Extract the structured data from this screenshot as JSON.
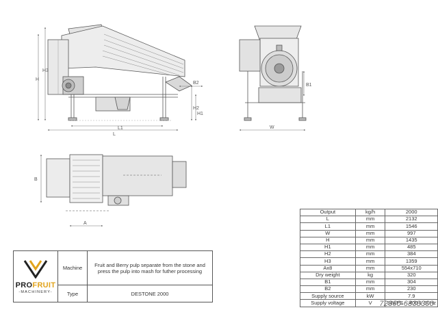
{
  "dimension_labels": {
    "front": {
      "L": "L",
      "L1": "L1",
      "H": "H",
      "H3": "H3",
      "H1": "H1",
      "H2": "H2",
      "B2": "B2"
    },
    "side": {
      "W": "W",
      "B1": "B1"
    },
    "top": {
      "B": "B",
      "A": "A"
    }
  },
  "spec_table": {
    "rows": [
      {
        "name": "Output",
        "unit": "kg/h",
        "value": "2000"
      },
      {
        "name": "L",
        "unit": "mm",
        "value": "2132"
      },
      {
        "name": "L1",
        "unit": "mm",
        "value": "1546"
      },
      {
        "name": "W",
        "unit": "mm",
        "value": "997"
      },
      {
        "name": "H",
        "unit": "mm",
        "value": "1435"
      },
      {
        "name": "H1",
        "unit": "mm",
        "value": "485"
      },
      {
        "name": "H2",
        "unit": "mm",
        "value": "384"
      },
      {
        "name": "H3",
        "unit": "mm",
        "value": "1359"
      },
      {
        "name": "Ax8",
        "unit": "mm",
        "value": "554x710"
      },
      {
        "name": "Dry weight",
        "unit": "kg",
        "value": "320"
      },
      {
        "name": "B1",
        "unit": "mm",
        "value": "304"
      },
      {
        "name": "B2",
        "unit": "mm",
        "value": "230"
      },
      {
        "name": "Supply source",
        "unit": "kW",
        "value": "7.9"
      },
      {
        "name": "Supply voltage",
        "unit": "V",
        "value": "3/N/PE ~ 400 V 50Hz"
      }
    ]
  },
  "title_block": {
    "machine_label": "Machine",
    "machine_value": "Fruit and Berry pulp separate from the stone and press the pulp into mash for futher processing",
    "type_label": "Type",
    "type_value": "DESTONE 2000",
    "logo": {
      "brand_pro": "PRO",
      "brand_fruit": "FRUIT",
      "tagline": "-MACHINERY-",
      "accent": "#e2a41c"
    }
  },
  "watermark": "72360-6838300"
}
